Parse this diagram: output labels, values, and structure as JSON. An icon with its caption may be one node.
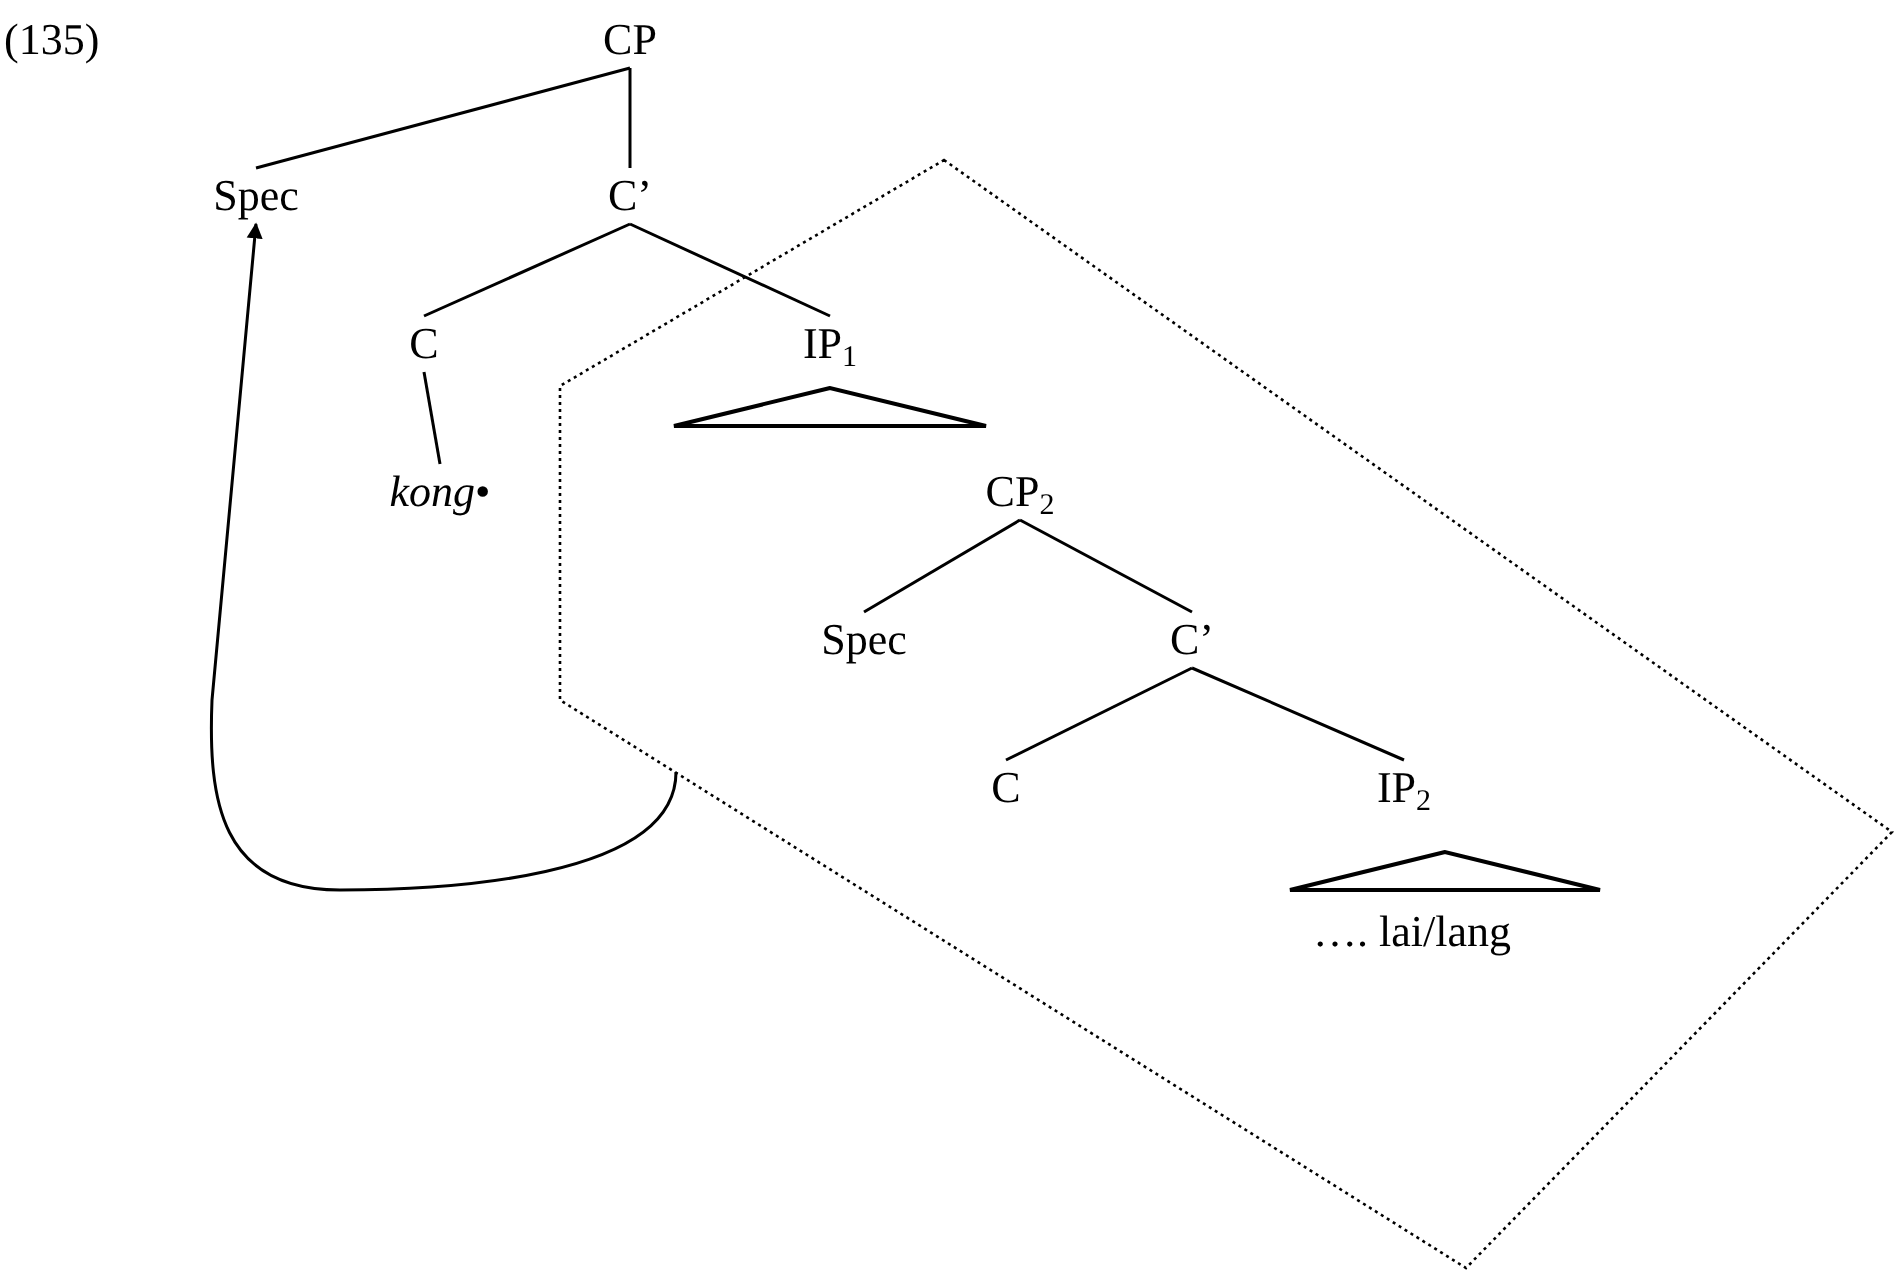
{
  "diagram": {
    "nodes": [
      {
        "text": [
          "CP"
        ]
      },
      {
        "text": [
          "Spec"
        ]
      },
      {
        "text": [
          "C’"
        ]
      },
      {
        "text": [
          "C"
        ]
      },
      {
        "text": [
          "*kong*•"
        ]
      },
      {
        "text": [],
        "shape": "box"
      },
      {
        "text": [
          "IP$_{1}$"
        ],
        "in": 5
      },
      {
        "text": [],
        "shape": "triangle",
        "in": 5
      },
      {
        "text": [
          "CP$_{2}$"
        ],
        "in": 5
      },
      {
        "text": [
          "Spec"
        ],
        "in": 5
      },
      {
        "text": [
          "C’"
        ],
        "in": 5
      },
      {
        "text": [
          "C"
        ],
        "in": 5
      },
      {
        "text": [
          "IP$_{2}$"
        ],
        "in": 5
      },
      {
        "text": [],
        "shape": "triangle",
        "in": 5
      },
      {
        "text": [
          "…. lai/lang"
        ],
        "in": 5
      }
    ],
    "edges": [
      {
        "from": 0,
        "to": 1,
        "arrow": "none"
      },
      {
        "from": 0,
        "to": 2,
        "arrow": "none"
      },
      {
        "from": 2,
        "to": 3,
        "arrow": "none"
      },
      {
        "from": 2,
        "to": 6,
        "arrow": "none"
      },
      {
        "from": 3,
        "to": 4,
        "arrow": "none"
      },
      {
        "from": 8,
        "to": 9,
        "arrow": "none"
      },
      {
        "from": 8,
        "to": 10,
        "arrow": "none"
      },
      {
        "from": 10,
        "to": 11,
        "arrow": "none"
      },
      {
        "from": 10,
        "to": 12,
        "arrow": "none"
      },
      {
        "from": 5,
        "to": 1,
        "arrow": "to"
      }
    ],
    "labels": [
      "(135)"
    ]
  }
}
